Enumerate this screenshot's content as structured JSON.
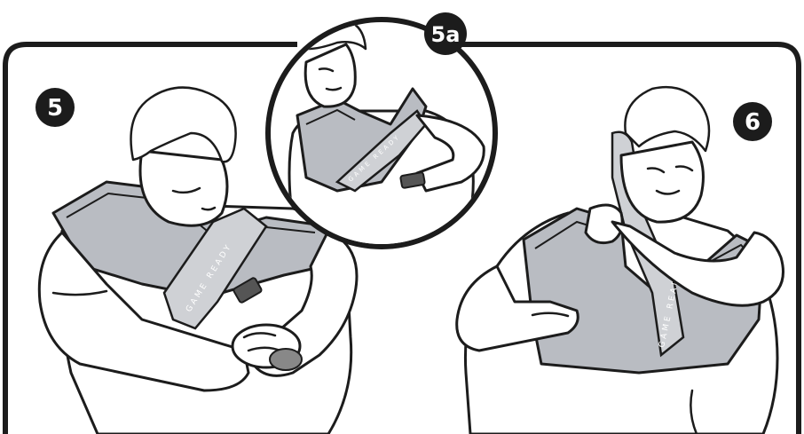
{
  "steps": [
    {
      "id": "step5",
      "badge": "5"
    },
    {
      "id": "step5a",
      "badge": "5a"
    },
    {
      "id": "step6",
      "badge": "6"
    }
  ],
  "brand": {
    "strap_text": "GAME READY"
  },
  "colors": {
    "frame": "#1c1c1c",
    "vest": "#b9bcc2",
    "strap": "#cfd1d5",
    "badge_fill": "#1c1c1c",
    "badge_text": "#ffffff"
  }
}
